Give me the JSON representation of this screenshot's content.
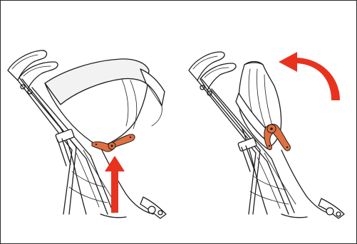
{
  "figure": {
    "steps": [
      {
        "id": "step-1",
        "action": "lift-release-lever",
        "arrow": "up-arrow"
      },
      {
        "id": "step-2",
        "action": "fold-canopy-back",
        "arrow": "curved-arrow"
      }
    ]
  },
  "colors": {
    "accent": "#e8321e",
    "lever": "#e07040",
    "line": "#1e1e1e",
    "background": "#ffffff"
  },
  "icons": {
    "lift_arrow": "up-arrow-icon",
    "fold_arrow": "curved-arrow-icon"
  }
}
